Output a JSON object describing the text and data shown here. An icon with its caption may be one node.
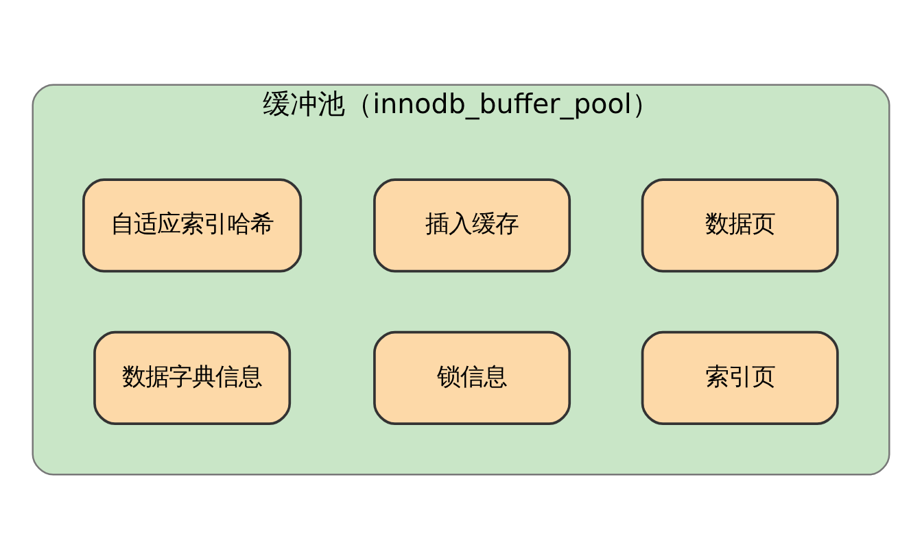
{
  "diagram": {
    "nodes": [
      {
        "text": [
          "缓冲池（innodb_buffer_pool）"
        ]
      },
      {
        "text": [
          "数据页"
        ],
        "in": 0
      },
      {
        "text": [
          "插入缓存"
        ],
        "in": 0
      },
      {
        "text": [
          "自适应索引哈希"
        ],
        "in": 0
      },
      {
        "text": [
          "索引页"
        ],
        "in": 0
      },
      {
        "text": [
          "锁信息"
        ],
        "in": 0
      },
      {
        "text": [
          "数据字典信息"
        ],
        "in": 0
      }
    ],
    "edges": []
  }
}
